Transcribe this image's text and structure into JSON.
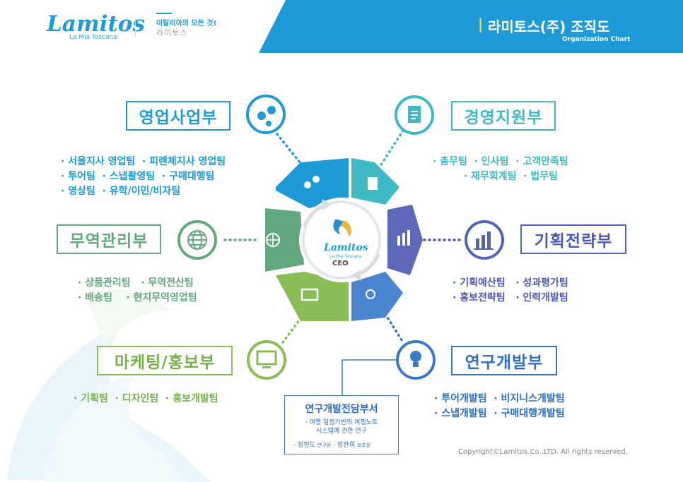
{
  "header": {
    "logo": "Lamitos",
    "logo_sub": "La Mia Toscana",
    "tagline": "이탈리아의 모든 것!",
    "tagline_sub": "라미토스",
    "title": "라미토스(주) 조직도",
    "subtitle": "Organization Chart",
    "bar": "|"
  },
  "center": {
    "logo": "Lamitos",
    "logo_sub": "La Mia Toscana",
    "label": "CEO"
  },
  "departments": {
    "sales": {
      "name": "영업사업부",
      "items": "· 서울지사 영업팀  · 피렌체지사 영업팀\n· 투어팀  · 스냅촬영팀  · 구매대행팀\n· 영상팀  · 유학/이민/비자팀",
      "color": "#1e9bd7"
    },
    "mgmt": {
      "name": "경영지원부",
      "items": "· 총무팀  · 인사팀  · 고객만족팀\n         · 재무회계팀  · 법무팀",
      "color": "#3fb9c4"
    },
    "trade": {
      "name": "무역관리부",
      "items": "· 상품관리팀   · 무역전산팀\n· 배송팀    · 현지무역영업팀",
      "color": "#63a87e"
    },
    "plan": {
      "name": "기획전략부",
      "items": "· 기획예산팀   · 성과평가팀\n· 홍보전략팀   · 인력개발팀",
      "color": "#4e5ab1"
    },
    "marketing": {
      "name": "마케팅/홍보부",
      "items": "· 기획팀  · 디자인팀  · 홍보개발팀",
      "color": "#76b24a"
    },
    "rnd": {
      "name": "연구개발부",
      "items": "· 투어개발팀  · 비지니스개발팀\n· 스냅개발팀  · 구매대행개발팀",
      "color": "#2f6fc4"
    }
  },
  "research": {
    "title": "연구개발전담부서",
    "desc": "· 여행 일정기반의 여행노트\n시스템에 관한 연구",
    "staff1": "- 장현도",
    "role1": "연구원",
    "staff2": "- 장찬희",
    "role2": "보조원"
  },
  "icons": [
    "people-icon",
    "document-icon",
    "globe-icon",
    "bar-chart-icon",
    "monitor-icon",
    "lightbulb-icon"
  ],
  "footer": {
    "copyright": "Copyright©Lamitos.Co.,LTD. All rights reserved."
  }
}
